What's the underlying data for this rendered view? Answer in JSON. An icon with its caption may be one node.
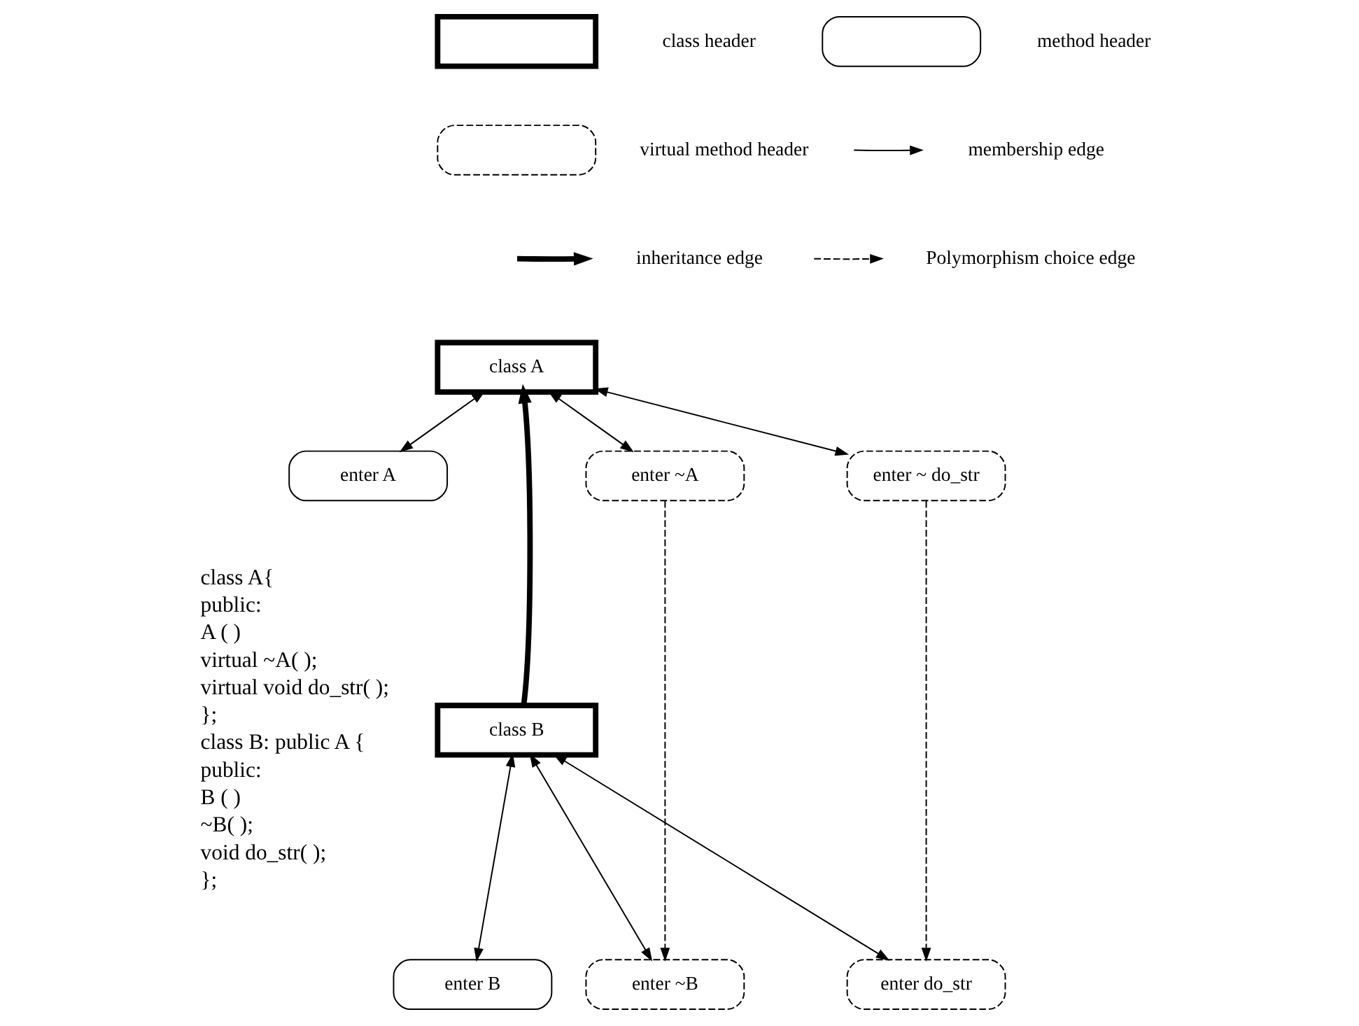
{
  "diagram": {
    "nodes": [
      {
        "text": [],
        "shape": "box"
      },
      {
        "text": [],
        "shape": "box"
      },
      {
        "text": [],
        "shape": "box"
      },
      {
        "text": [
          "class A"
        ]
      },
      {
        "text": [
          "enter A"
        ]
      },
      {
        "text": [
          "enter ~A"
        ]
      },
      {
        "text": [
          "enter ~ do_str"
        ]
      },
      {
        "text": [
          "class B"
        ]
      },
      {
        "text": [
          "enter B"
        ]
      },
      {
        "text": [
          "enter ~B"
        ]
      },
      {
        "text": [
          "enter do_str"
        ]
      }
    ],
    "edges": [
      {
        "from": 3,
        "to": 4,
        "arrow": "both"
      },
      {
        "from": 3,
        "to": 5,
        "arrow": "both"
      },
      {
        "from": 3,
        "to": 6,
        "arrow": "both"
      },
      {
        "from": 7,
        "to": 3,
        "arrow": "to",
        "style": "thick"
      },
      {
        "from": 5,
        "to": 9,
        "arrow": "to",
        "style": "dashed"
      },
      {
        "from": 6,
        "to": 10,
        "arrow": "to",
        "style": "dashed"
      },
      {
        "from": 7,
        "to": 8,
        "arrow": "both"
      },
      {
        "from": 7,
        "to": 9,
        "arrow": "both"
      },
      {
        "from": 7,
        "to": 10,
        "arrow": "both"
      }
    ],
    "labels": [
      "class A{",
      "public:",
      "A ( )",
      "virtual ~A( );",
      "virtual void do_str( );",
      "};",
      "class B: public A {",
      "public:",
      "B ( )",
      "~B( );",
      "void do_str( );",
      "};"
    ],
    "legend": [
      {
        "text": "class header"
      },
      {
        "text": "method header"
      },
      {
        "text": "virtual method header"
      },
      {
        "text": "membership edge"
      },
      {
        "text": "inheritance edge"
      },
      {
        "text": "Polymorphism choice edge"
      }
    ]
  }
}
